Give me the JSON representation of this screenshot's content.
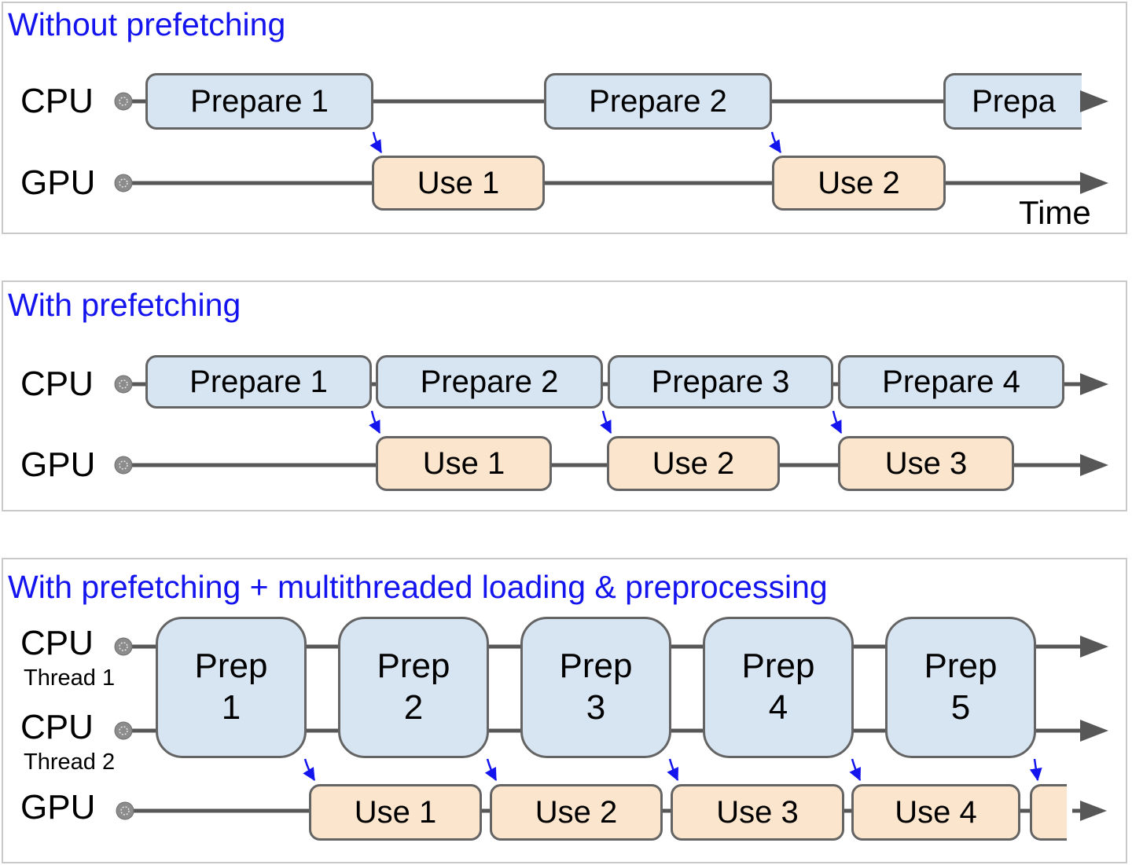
{
  "colors": {
    "title_blue": "#1414ee",
    "arrow_blue": "#1414ee",
    "box_blue_fill": "#d7e4f2",
    "box_peach_fill": "#fce5cd",
    "box_border": "#646464",
    "timeline_gray": "#575757",
    "panel_border": "#c9c9c9",
    "text": "#000000"
  },
  "panel1": {
    "title": "Without prefetching",
    "cpu_label": "CPU",
    "gpu_label": "GPU",
    "cpu_boxes": [
      "Prepare 1",
      "Prepare 2",
      "Prepa"
    ],
    "gpu_boxes": [
      "Use 1",
      "Use 2"
    ],
    "time_label": "Time"
  },
  "panel2": {
    "title": "With prefetching",
    "cpu_label": "CPU",
    "gpu_label": "GPU",
    "cpu_boxes": [
      "Prepare 1",
      "Prepare 2",
      "Prepare 3",
      "Prepare 4"
    ],
    "gpu_boxes": [
      "Use 1",
      "Use 2",
      "Use 3"
    ]
  },
  "panel3": {
    "title": "With prefetching + multithreaded loading & preprocessing",
    "cpu1_label": "CPU",
    "cpu1_sublabel": "Thread 1",
    "cpu2_label": "CPU",
    "cpu2_sublabel": "Thread 2",
    "gpu_label": "GPU",
    "prep_boxes": [
      {
        "line1": "Prep",
        "line2": "1"
      },
      {
        "line1": "Prep",
        "line2": "2"
      },
      {
        "line1": "Prep",
        "line2": "3"
      },
      {
        "line1": "Prep",
        "line2": "4"
      },
      {
        "line1": "Prep",
        "line2": "5"
      }
    ],
    "gpu_boxes": [
      "Use 1",
      "Use 2",
      "Use 3",
      "Use 4",
      ""
    ]
  }
}
